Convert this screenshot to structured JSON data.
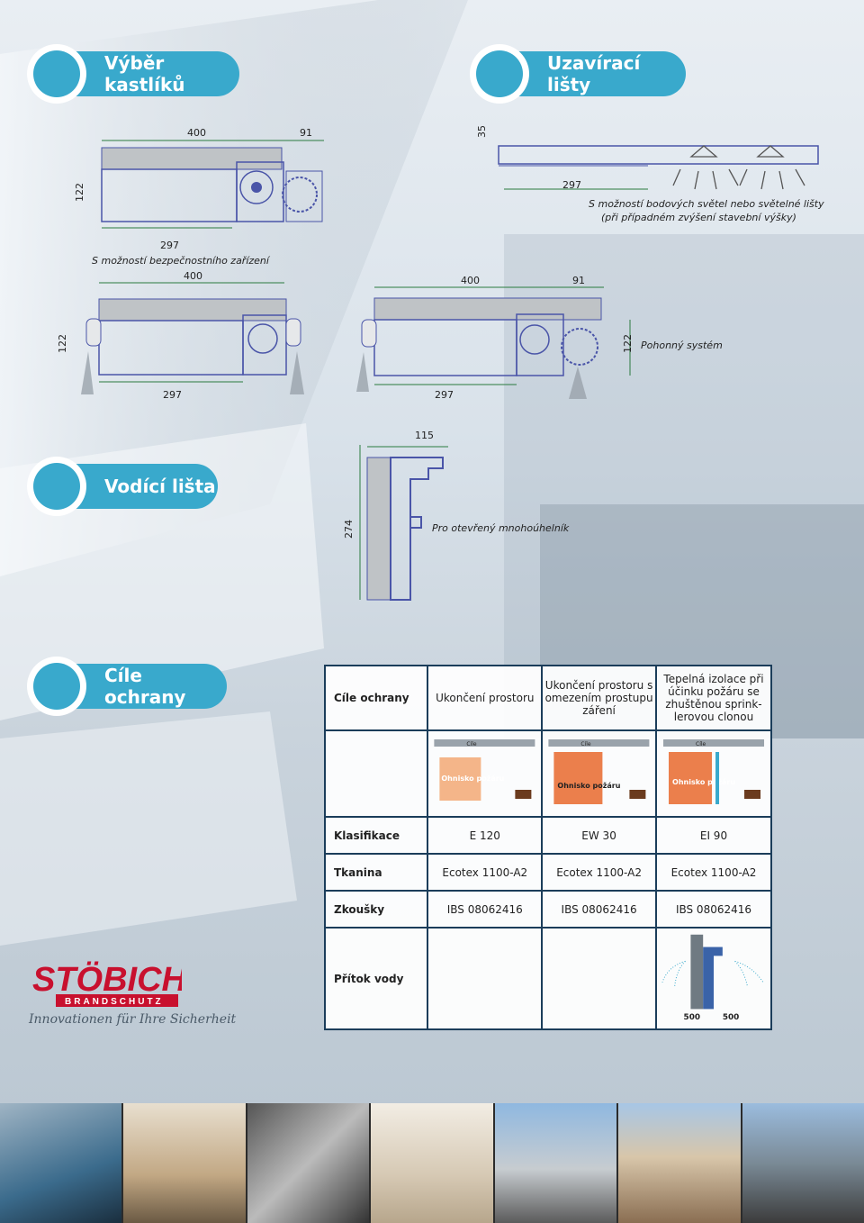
{
  "sections": {
    "kastliky": "Výběr kastlíků",
    "listy": "Uzavírací lišty",
    "vodici": "Vodící lišta",
    "cile": "Cíle ochrany"
  },
  "dims": {
    "k1_w1": "400",
    "k1_w2": "91",
    "k1_h": "122",
    "k1_b": "297",
    "k1_top35": "35",
    "k1_297b": "297",
    "k2_w": "400",
    "k2_h": "122",
    "k2_b": "297",
    "k3_w1": "400",
    "k3_w2": "91",
    "k3_h": "122",
    "k3_b": "297",
    "v_w": "115",
    "v_h": "274"
  },
  "notes": {
    "svetla_line1": "S možností bodových světel nebo světelné lišty",
    "svetla_line2": "(při případném zvýšení stavební výšky)",
    "bezpecnost": "S možností bezpečnostního zařízení",
    "pohon": "Pohonný systém",
    "mnohouhelnik": "Pro otevřený mnohoúhelník"
  },
  "table": {
    "header": [
      "Cíle ochrany",
      "Ukončení prostoru",
      "Ukončení prostoru s omezením prostupu záření",
      "Tepelná izolace při účinku požáru se zhuštěnou sprink-lerovou clonou"
    ],
    "rows": [
      {
        "label": "Klasifikace",
        "values": [
          "E 120",
          "EW 30",
          "EI 90"
        ]
      },
      {
        "label": "Tkanina",
        "values": [
          "Ecotex 1100-A2",
          "Ecotex 1100-A2",
          "Ecotex 1100-A2"
        ]
      },
      {
        "label": "Zkoušky",
        "values": [
          "IBS 08062416",
          "IBS 08062416",
          "IBS 08062416"
        ]
      },
      {
        "label": "Přítok vody",
        "values": [
          "",
          "",
          ""
        ]
      }
    ],
    "diagram_text": {
      "fire": "Ohnisko požáru",
      "cile": "Cíle",
      "d500a": "500",
      "d500b": "500"
    }
  },
  "brand": {
    "name": "STÖBICH",
    "sub": "BRANDSCHUTZ",
    "slogan": "Innovationen für Ihre Sicherheit"
  },
  "colors": {
    "accent": "#39a9cc",
    "table_border": "#1b3d5a",
    "logo_red": "#c8102e"
  }
}
